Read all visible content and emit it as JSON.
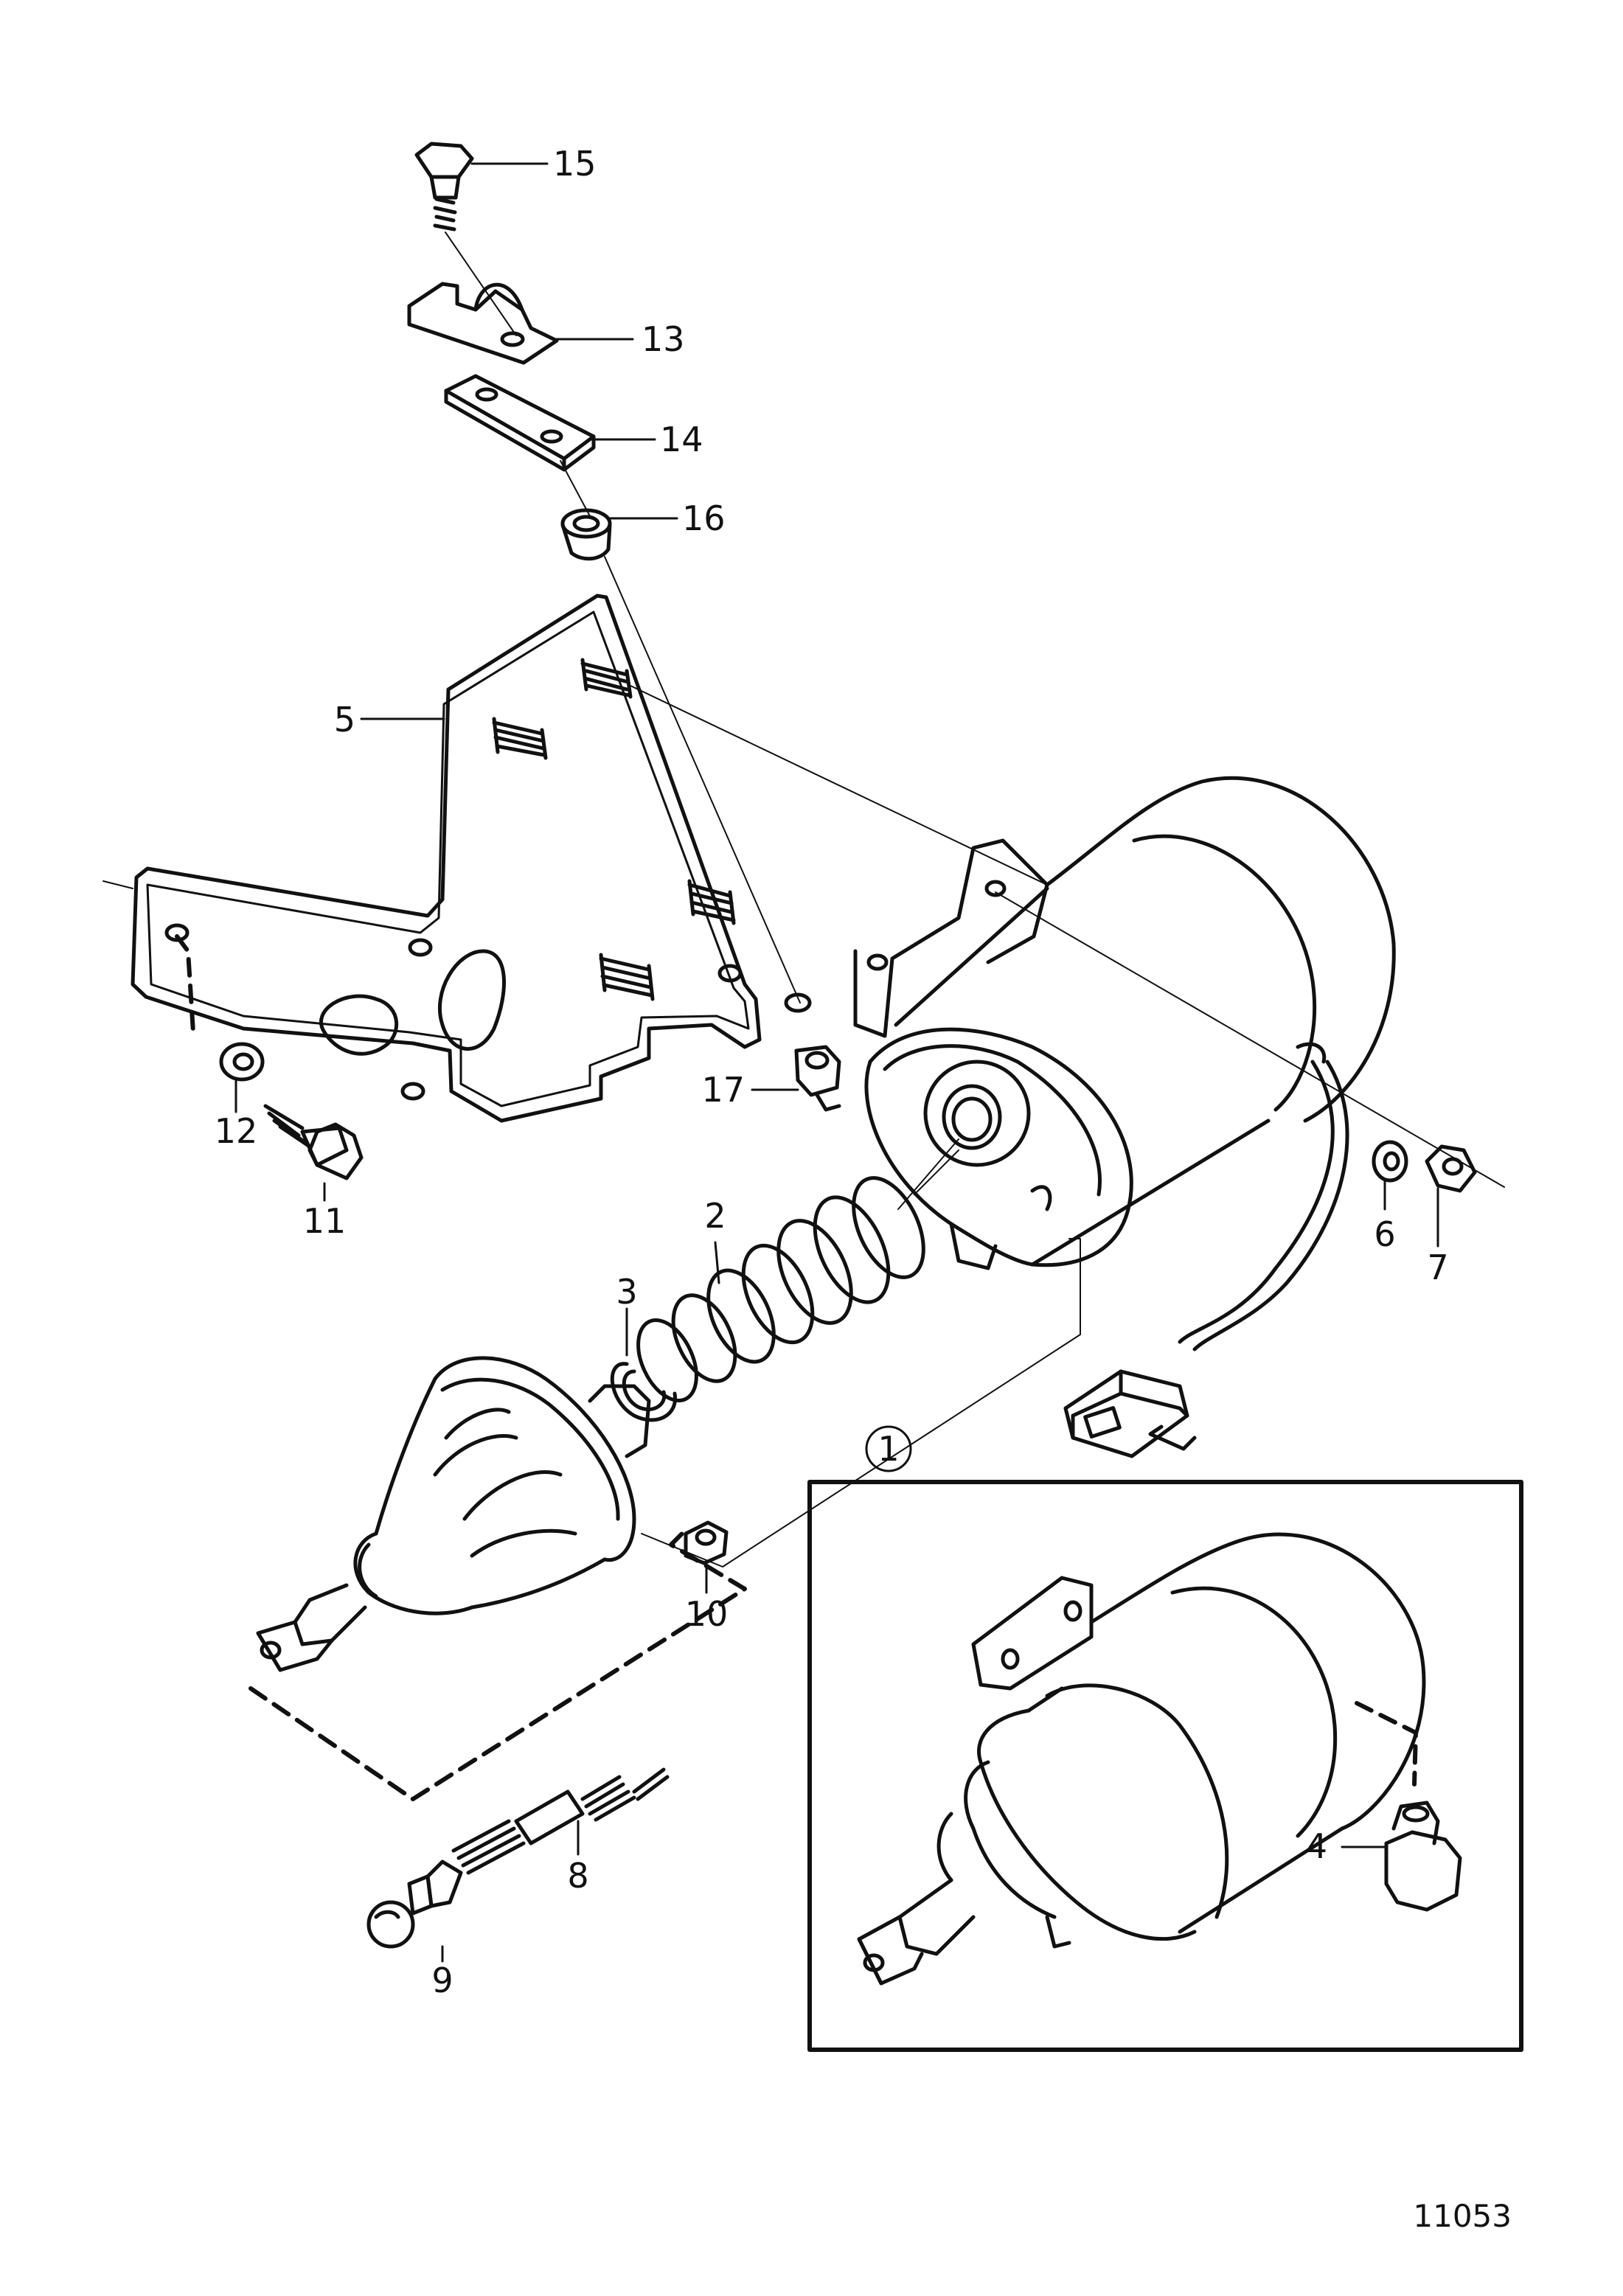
{
  "figure_number": "11053",
  "colors": {
    "ink": "#111111",
    "paper": "#ffffff"
  },
  "callouts": [
    {
      "id": "p1",
      "text": "1",
      "circled": true
    },
    {
      "id": "p2",
      "text": "2"
    },
    {
      "id": "p3",
      "text": "3"
    },
    {
      "id": "p4",
      "text": "4"
    },
    {
      "id": "p5",
      "text": "5"
    },
    {
      "id": "p6",
      "text": "6"
    },
    {
      "id": "p7",
      "text": "7"
    },
    {
      "id": "p8",
      "text": "8"
    },
    {
      "id": "p9",
      "text": "9"
    },
    {
      "id": "p10",
      "text": "10"
    },
    {
      "id": "p11",
      "text": "11"
    },
    {
      "id": "p12",
      "text": "12"
    },
    {
      "id": "p13",
      "text": "13"
    },
    {
      "id": "p14",
      "text": "14"
    },
    {
      "id": "p15",
      "text": "15"
    },
    {
      "id": "p16",
      "text": "16"
    },
    {
      "id": "p17",
      "text": "17"
    }
  ]
}
